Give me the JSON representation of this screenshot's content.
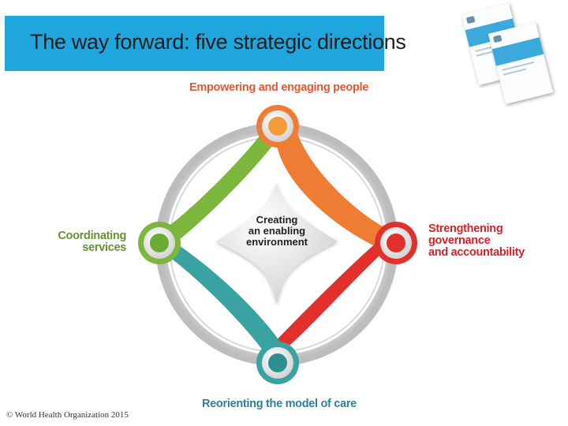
{
  "header": {
    "title": "The way forward: five strategic directions"
  },
  "diagram": {
    "center": [
      "Creating",
      "an enabling",
      "environment"
    ],
    "directions": {
      "top": [
        "Empowering and engaging people"
      ],
      "right": [
        "Strengthening",
        "governance",
        "and accountability"
      ],
      "bottom": [
        "Reorienting the model of care"
      ],
      "left": [
        "Coordinating",
        "services"
      ]
    },
    "colors": {
      "top": "#ee7d33",
      "right": "#e2312d",
      "bottom": "#3aa3a2",
      "left": "#7cb63c",
      "ring": "#c6c6c6"
    }
  },
  "thumbnails": {
    "count": 2
  },
  "footer": {
    "copyright": "© World Health Organization 2015"
  }
}
